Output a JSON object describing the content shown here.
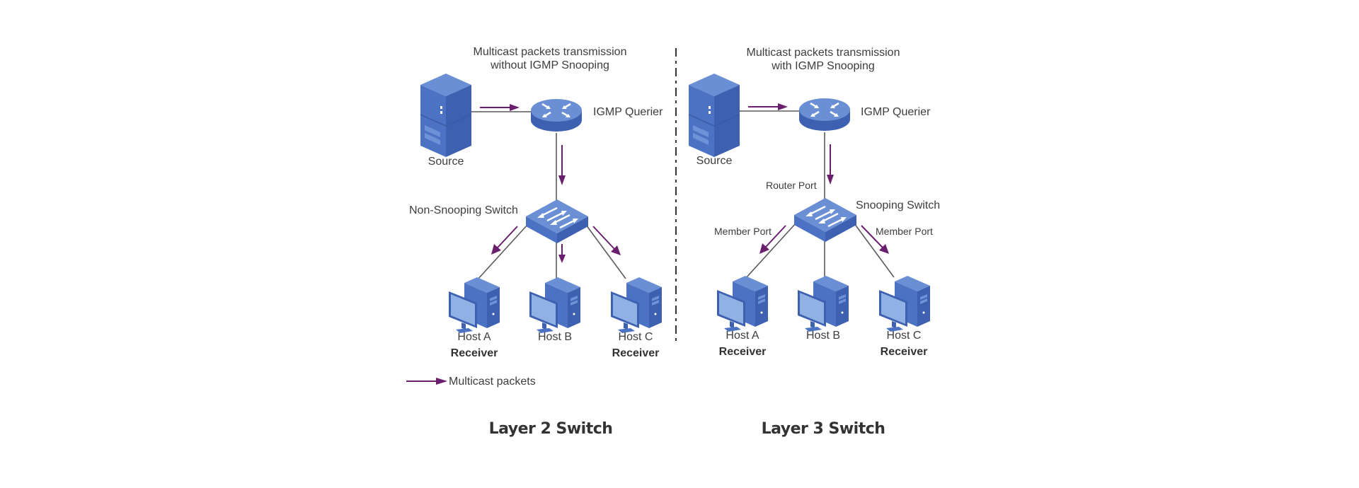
{
  "colors": {
    "device_top": "#6b8fd4",
    "device_front": "#4c72c3",
    "device_side": "#3d61b0",
    "screen": "#8fb1e4",
    "packet_arrow": "#6a1f6e",
    "link": "#5a5a5a",
    "divider": "#3a3a3a"
  },
  "left_panel": {
    "title_line1": "Multicast packets transmission",
    "title_line2": "without IGMP Snooping",
    "source_label": "Source",
    "querier_label": "IGMP Querier",
    "switch_label": "Non-Snooping Switch",
    "hosts": [
      {
        "name": "Host A",
        "role": "Receiver"
      },
      {
        "name": "Host B",
        "role": ""
      },
      {
        "name": "Host C",
        "role": "Receiver"
      }
    ],
    "caption": "Layer 2 Switch"
  },
  "right_panel": {
    "title_line1": "Multicast packets transmission",
    "title_line2": "with IGMP Snooping",
    "source_label": "Source",
    "querier_label": "IGMP Querier",
    "router_port_label": "Router Port",
    "switch_label": "Snooping Switch",
    "member_port_left": "Member Port",
    "member_port_right": "Member Port",
    "hosts": [
      {
        "name": "Host A",
        "role": "Receiver"
      },
      {
        "name": "Host B",
        "role": ""
      },
      {
        "name": "Host C",
        "role": "Receiver"
      }
    ],
    "caption": "Layer 3 Switch"
  },
  "legend": {
    "label": "Multicast packets",
    "icon": "arrow-right-icon"
  }
}
